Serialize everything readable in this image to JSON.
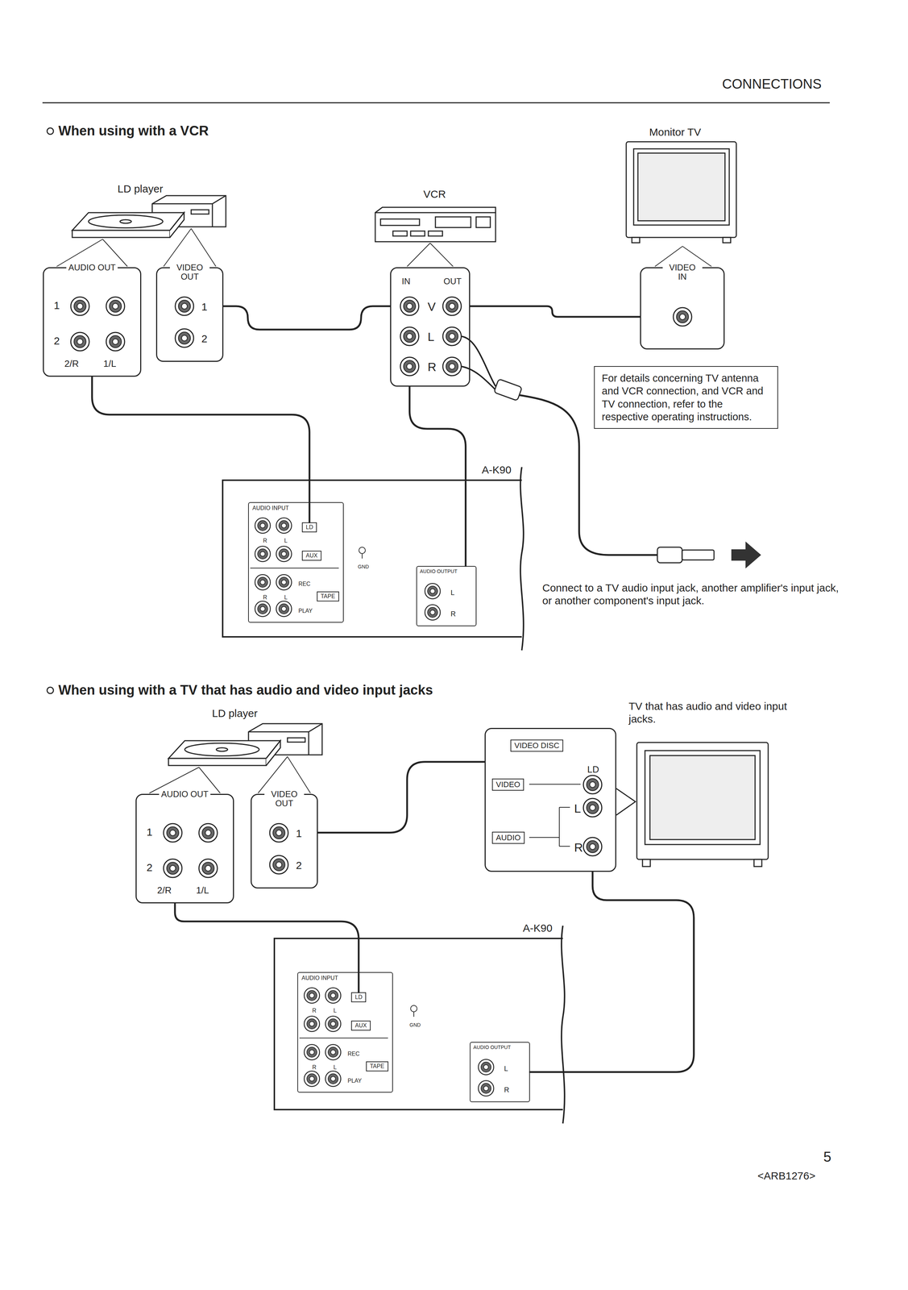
{
  "diagram": {
    "title": "CONNECTIONS",
    "nodes": [
      {
        "text": [
          "AUDIO OUT",
          "1",
          "2",
          "2/R",
          "1/L"
        ]
      },
      {
        "text": [
          "VIDEO OUT",
          "1",
          "2"
        ]
      },
      {
        "text": [
          "IN",
          "OUT",
          "V",
          "L",
          "R"
        ]
      },
      {
        "text": [
          "VIDEO IN"
        ]
      },
      {
        "text": [
          "For details concerning TV antenna and VCR connection, and VCR and TV connection, refer to the respective operating instructions."
        ]
      },
      {
        "text": [
          "A-K90",
          "GND"
        ]
      },
      {
        "text": [
          "AUDIO INPUT",
          "R",
          "L",
          "R",
          "L",
          "REC",
          "PLAY"
        ],
        "in": 5
      },
      {
        "text": [
          "LD"
        ],
        "in": 6
      },
      {
        "text": [
          "AUX"
        ],
        "in": 6
      },
      {
        "text": [
          "TAPE"
        ],
        "in": 6
      },
      {
        "text": [
          "AUDIO OUTPUT",
          "L",
          "R"
        ],
        "in": 5
      },
      {
        "text": [
          "AUDIO OUT",
          "1",
          "2",
          "2/R",
          "1/L"
        ]
      },
      {
        "text": [
          "VIDEO OUT",
          "1",
          "2"
        ]
      },
      {
        "text": [
          "LD",
          "L",
          "R"
        ]
      },
      {
        "text": [
          "VIDEO DISC"
        ],
        "in": 13
      },
      {
        "text": [
          "VIDEO"
        ],
        "in": 13
      },
      {
        "text": [
          "AUDIO"
        ],
        "in": 13
      },
      {
        "text": [
          "A-K90",
          "GND"
        ]
      },
      {
        "text": [
          "AUDIO INPUT",
          "R",
          "L",
          "R",
          "L",
          "REC",
          "PLAY"
        ],
        "in": 17
      },
      {
        "text": [
          "LD"
        ],
        "in": 18
      },
      {
        "text": [
          "AUX"
        ],
        "in": 18
      },
      {
        "text": [
          "TAPE"
        ],
        "in": 18
      },
      {
        "text": [
          "AUDIO OUTPUT",
          "L",
          "R"
        ],
        "in": 17
      }
    ],
    "edges": [
      {
        "from": 0,
        "to": 7,
        "arrow": "none"
      },
      {
        "from": 1,
        "to": 2,
        "arrow": "none"
      },
      {
        "from": 2,
        "to": 3,
        "arrow": "none"
      },
      {
        "from": 10,
        "to": 2,
        "arrow": "none"
      },
      {
        "from": 11,
        "to": 19,
        "arrow": "none"
      },
      {
        "from": 12,
        "to": 13,
        "arrow": "none"
      },
      {
        "from": 22,
        "to": 13,
        "arrow": "none"
      }
    ],
    "labels": [
      "When using with a VCR",
      "Monitor TV",
      "LD player",
      "VCR",
      "Connect to a TV audio input jack, another amplifier's input jack, or another component's input jack.",
      "When using with a TV that has audio and video input jacks",
      "LD player",
      "TV that has audio and video input jacks.",
      "5",
      "<ARB1276>"
    ]
  }
}
